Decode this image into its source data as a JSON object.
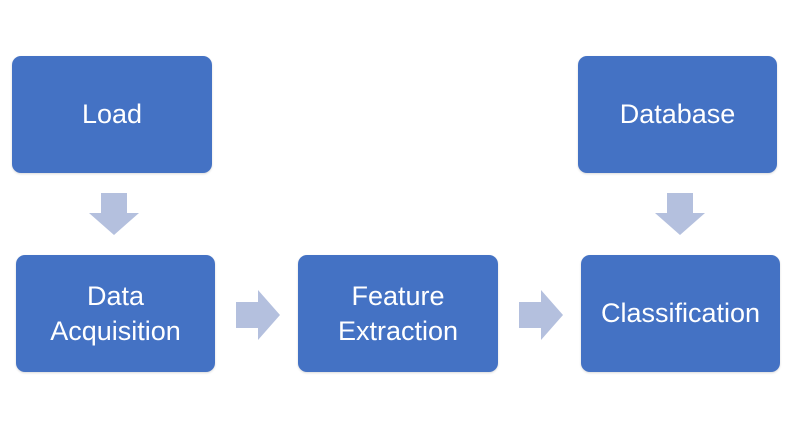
{
  "colors": {
    "box_fill": "#4472c4",
    "box_text": "#ffffff",
    "arrow_fill": "#b4c0de"
  },
  "nodes": {
    "load": "Load",
    "database": "Database",
    "data_acquisition": "Data\nAcquisition",
    "feature_extraction": "Feature\nExtraction",
    "classification": "Classification"
  },
  "edges": [
    {
      "from": "load",
      "to": "data_acquisition"
    },
    {
      "from": "data_acquisition",
      "to": "feature_extraction"
    },
    {
      "from": "feature_extraction",
      "to": "classification"
    },
    {
      "from": "database",
      "to": "classification"
    }
  ]
}
